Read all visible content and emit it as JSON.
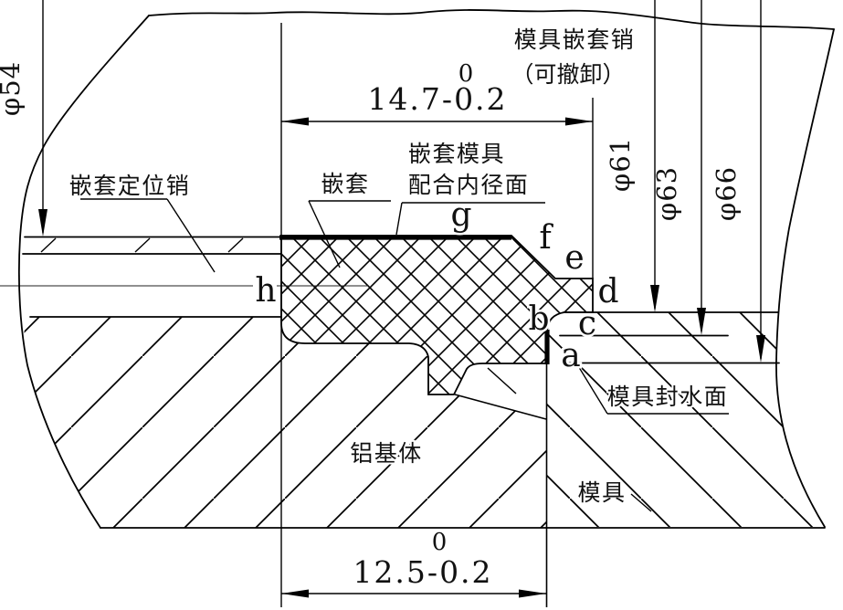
{
  "drawing": {
    "colors": {
      "line": "#000000",
      "background": "#ffffff"
    },
    "dims": {
      "phi54": "φ54",
      "phi61": "φ61",
      "phi63": "φ63",
      "phi66": "φ66",
      "top_width": {
        "value": "14.7-0.2",
        "upper_tol": "0"
      },
      "bottom_width": {
        "value": "12.5-0.2",
        "upper_tol": "0"
      }
    },
    "labels": {
      "insert_locating_pin": "嵌套定位销",
      "insert": "嵌套",
      "insert_mold_line1": "嵌套模具",
      "insert_mold_line2": "配合内径面",
      "mold_insert_pin_line1": "模具嵌套销",
      "mold_insert_pin_line2": "（可撤卸）",
      "mold_seal_face": "模具封水面",
      "aluminum_base": "铝基体",
      "mold": "模具"
    },
    "face_letters": {
      "a": "a",
      "b": "b",
      "c": "c",
      "d": "d",
      "e": "e",
      "f": "f",
      "g": "g",
      "h": "h"
    }
  }
}
